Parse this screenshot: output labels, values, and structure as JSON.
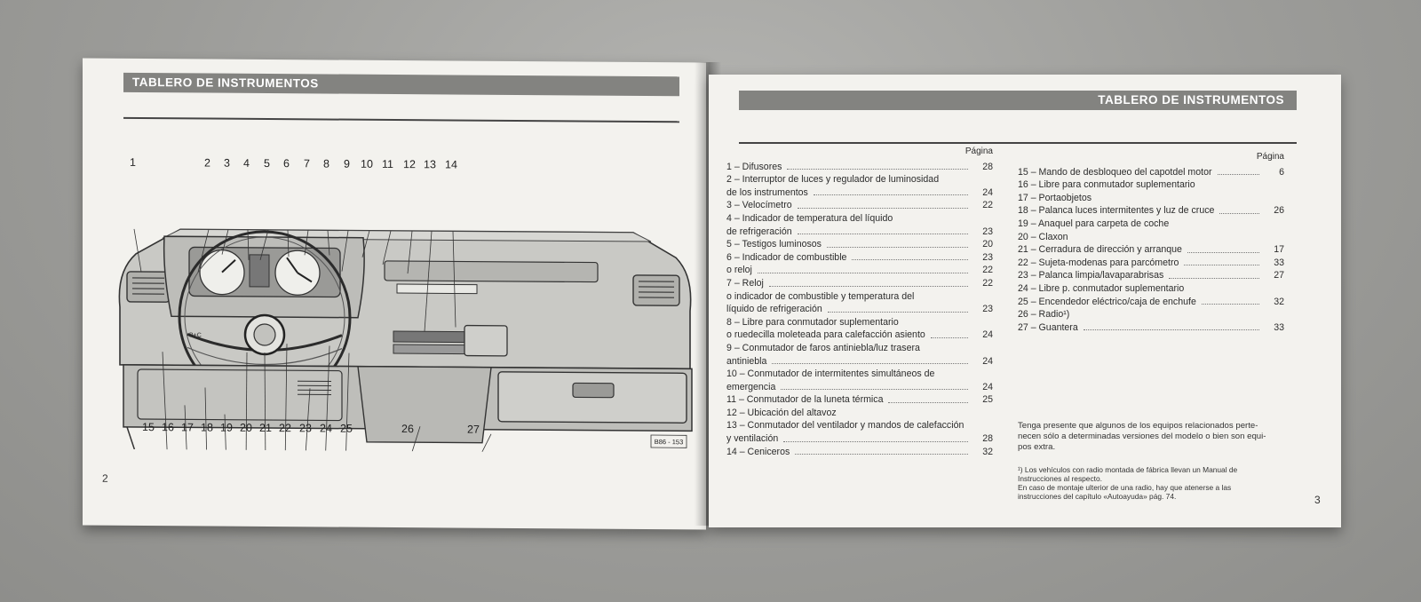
{
  "left_page": {
    "title": "TABLERO DE INSTRUMENTOS",
    "page_number": "2",
    "diagram": {
      "top_callouts": [
        "1",
        "2",
        "3",
        "4",
        "5",
        "6",
        "7",
        "8",
        "9",
        "10",
        "11",
        "12",
        "13",
        "14"
      ],
      "bottom_callouts": [
        "15",
        "16",
        "17",
        "18",
        "19",
        "20",
        "21",
        "22",
        "23",
        "24",
        "25",
        "26",
        "27"
      ],
      "image_code": "B86 - 153",
      "tiny_label": "B+C"
    }
  },
  "right_page": {
    "title": "TABLERO DE INSTRUMENTOS",
    "page_number": "3",
    "page_header": "Página",
    "column_1": [
      {
        "text": "1 – Difusores",
        "page": "28"
      },
      {
        "text": "2 – Interruptor de luces y regulador de luminosidad",
        "page": ""
      },
      {
        "text": "de los instrumentos",
        "page": "24"
      },
      {
        "text": "3 – Velocímetro",
        "page": "22"
      },
      {
        "text": "4 – Indicador de temperatura del líquido",
        "page": ""
      },
      {
        "text": "de refrigeración",
        "page": "23"
      },
      {
        "text": "5 – Testigos luminosos",
        "page": "20"
      },
      {
        "text": "6 – Indicador de combustible",
        "page": "23"
      },
      {
        "text": "o reloj",
        "page": "22"
      },
      {
        "text": "7 – Reloj",
        "page": "22"
      },
      {
        "text": "o indicador de combustible y temperatura del",
        "page": ""
      },
      {
        "text": "líquido de refrigeración",
        "page": "23"
      },
      {
        "text": "8 – Libre para conmutador suplementario",
        "page": ""
      },
      {
        "text": "o ruedecilla moleteada para calefacción asiento",
        "page": "24"
      },
      {
        "text": "9 – Conmutador de faros antiniebla/luz trasera",
        "page": ""
      },
      {
        "text": "antiniebla",
        "page": "24"
      },
      {
        "text": "10 – Conmutador de intermitentes simultáneos de",
        "page": ""
      },
      {
        "text": "emergencia",
        "page": "24"
      },
      {
        "text": "11 – Conmutador de la luneta térmica",
        "page": "25"
      },
      {
        "text": "12 – Ubicación del altavoz",
        "page": ""
      },
      {
        "text": "13 – Conmutador del ventilador y mandos de calefacción",
        "page": ""
      },
      {
        "text": "y ventilación",
        "page": "28"
      },
      {
        "text": "14 – Ceniceros",
        "page": "32"
      }
    ],
    "column_2": [
      {
        "text": "15 – Mando de desbloqueo del capotdel motor",
        "page": "6"
      },
      {
        "text": "16 – Libre para conmutador suplementario",
        "page": ""
      },
      {
        "text": "17 – Portaobjetos",
        "page": ""
      },
      {
        "text": "18 – Palanca luces intermitentes y luz de cruce",
        "page": "26"
      },
      {
        "text": "19 – Anaquel para carpeta de coche",
        "page": ""
      },
      {
        "text": "20 – Claxon",
        "page": ""
      },
      {
        "text": "21 – Cerradura de dirección y arranque",
        "page": "17"
      },
      {
        "text": "22 – Sujeta-modenas para parcómetro",
        "page": "33"
      },
      {
        "text": "23 – Palanca limpia/lavaparabrisas",
        "page": "27"
      },
      {
        "text": "24 – Libre p. conmutador suplementario",
        "page": ""
      },
      {
        "text": "25 – Encendedor eléctrico/caja de enchufe",
        "page": "32"
      },
      {
        "text": "26 – Radio¹)",
        "page": ""
      },
      {
        "text": "27 – Guantera",
        "page": "33"
      }
    ],
    "note": [
      "Tenga presente que algunos de los equipos relacionados perte-",
      "necen sólo a determinadas versiones del modelo o bien son equi-",
      "pos extra."
    ],
    "footnote": [
      "¹) Los vehículos con radio montada de fábrica llevan un Manual de",
      "Instrucciones al respecto.",
      "En caso de montaje ulterior de una radio, hay que atenerse a las",
      "instrucciones del capítulo «Autoayuda» pág. 74."
    ]
  }
}
